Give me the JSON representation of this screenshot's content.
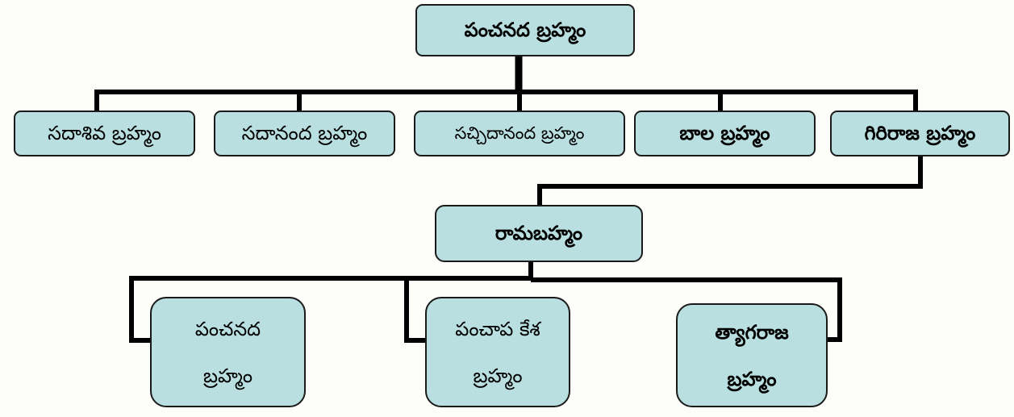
{
  "colors": {
    "background": "#fdfdf9",
    "node_fill": "#b9dfe1",
    "node_border": "#1a1a1a",
    "connector": "#000000"
  },
  "root": {
    "label": "పంచనద బ్రహ్మం"
  },
  "level1": [
    {
      "label": "సదాశివ బ్రహ్మం"
    },
    {
      "label": "సదానంద బ్రహ్మం"
    },
    {
      "label": "సచ్చిదానంద బ్రహ్మం"
    },
    {
      "label": "బాల బ్రహ్మం"
    },
    {
      "label": "గిరిరాజ బ్రహ్మం"
    }
  ],
  "level2": {
    "label": "రామబహ్మం"
  },
  "level3": [
    {
      "line1": "పంచనద",
      "line2": "బ్రహ్మం"
    },
    {
      "line1": "పంచాప కేశ",
      "line2": "బ్రహ్మం"
    },
    {
      "line1": "త్యాగరాజ",
      "line2": "బ్రహ్మం"
    }
  ]
}
